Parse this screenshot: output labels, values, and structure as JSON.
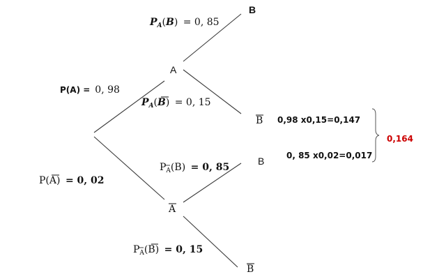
{
  "tree": {
    "nodes": {
      "A": "A",
      "A_bar": "A",
      "B_top": "B",
      "B_bar_upper": "B",
      "B_lower": "B",
      "B_bar_bottom": "B"
    },
    "edge_labels": {
      "p_a": {
        "prefix": "P(A) =",
        "value": "0, 98"
      },
      "p_a_b": {
        "P": "P",
        "sub": "A",
        "arg": "B",
        "value": "= 0, 85"
      },
      "p_a_bbar": {
        "P": "P",
        "sub": "A",
        "arg": "B",
        "value": "= 0, 15"
      },
      "p_abar": {
        "prefix": "P(",
        "arg": "A",
        "suffix": ")",
        "value": "= 0, 02"
      },
      "p_abar_b": {
        "P": "P",
        "sub": "A",
        "arg": "B",
        "value": "= 0, 85"
      },
      "p_abar_bbar": {
        "P": "P",
        "sub": "A",
        "arg": "B",
        "value": "= 0, 15"
      }
    },
    "calculations": {
      "line1": "0,98 x0,15=0,147",
      "line2": "0, 85 x0,02=0,017"
    },
    "result": {
      "text": "0,164",
      "color": "#cc0000"
    }
  }
}
